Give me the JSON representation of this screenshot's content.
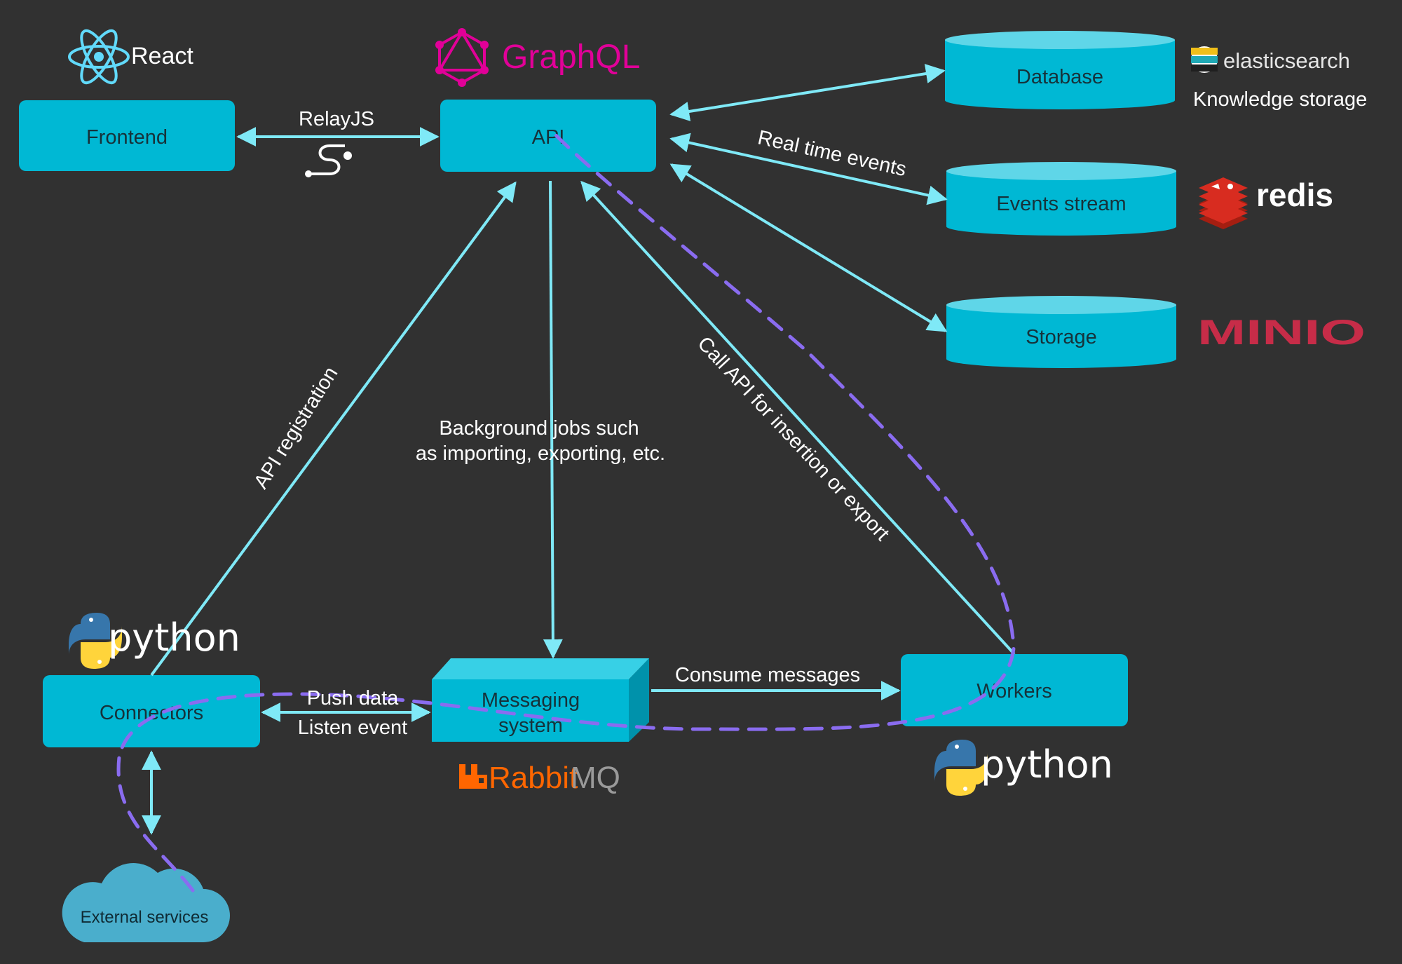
{
  "nodes": {
    "frontend": "Frontend",
    "api": "API",
    "database": "Database",
    "events_stream": "Events stream",
    "storage": "Storage",
    "connectors": "Connectors",
    "messaging_line1": "Messaging",
    "messaging_line2": "system",
    "workers": "Workers",
    "external_services": "External services"
  },
  "edges": {
    "relayjs": "RelayJS",
    "real_time_events": "Real time events",
    "api_registration": "API registration",
    "background_jobs_line1": "Background jobs such",
    "background_jobs_line2": "as importing, exporting, etc.",
    "call_api": "Call API for insertion or export",
    "push_data": "Push data",
    "listen_event": "Listen event",
    "consume_messages": "Consume messages"
  },
  "logos": {
    "react": "React",
    "graphql": "GraphQL",
    "elasticsearch": "elasticsearch",
    "knowledge_storage": "Knowledge storage",
    "redis": "redis",
    "minio": "MINIO",
    "python_connectors": "python",
    "python_workers": "python",
    "rabbitmq_rabbit": "Rabbit",
    "rabbitmq_mq": "MQ"
  },
  "colors": {
    "background": "#313131",
    "node_fill": "#00b8d4",
    "node_top": "#5fd6e8",
    "arrow": "#7fe9f7",
    "dashed_path": "#8a6cf0",
    "graphql": "#e10098",
    "redis": "#d82c20",
    "minio": "#c72c48",
    "rabbitmq": "#ff6600",
    "cloud": "#4aaecc"
  }
}
